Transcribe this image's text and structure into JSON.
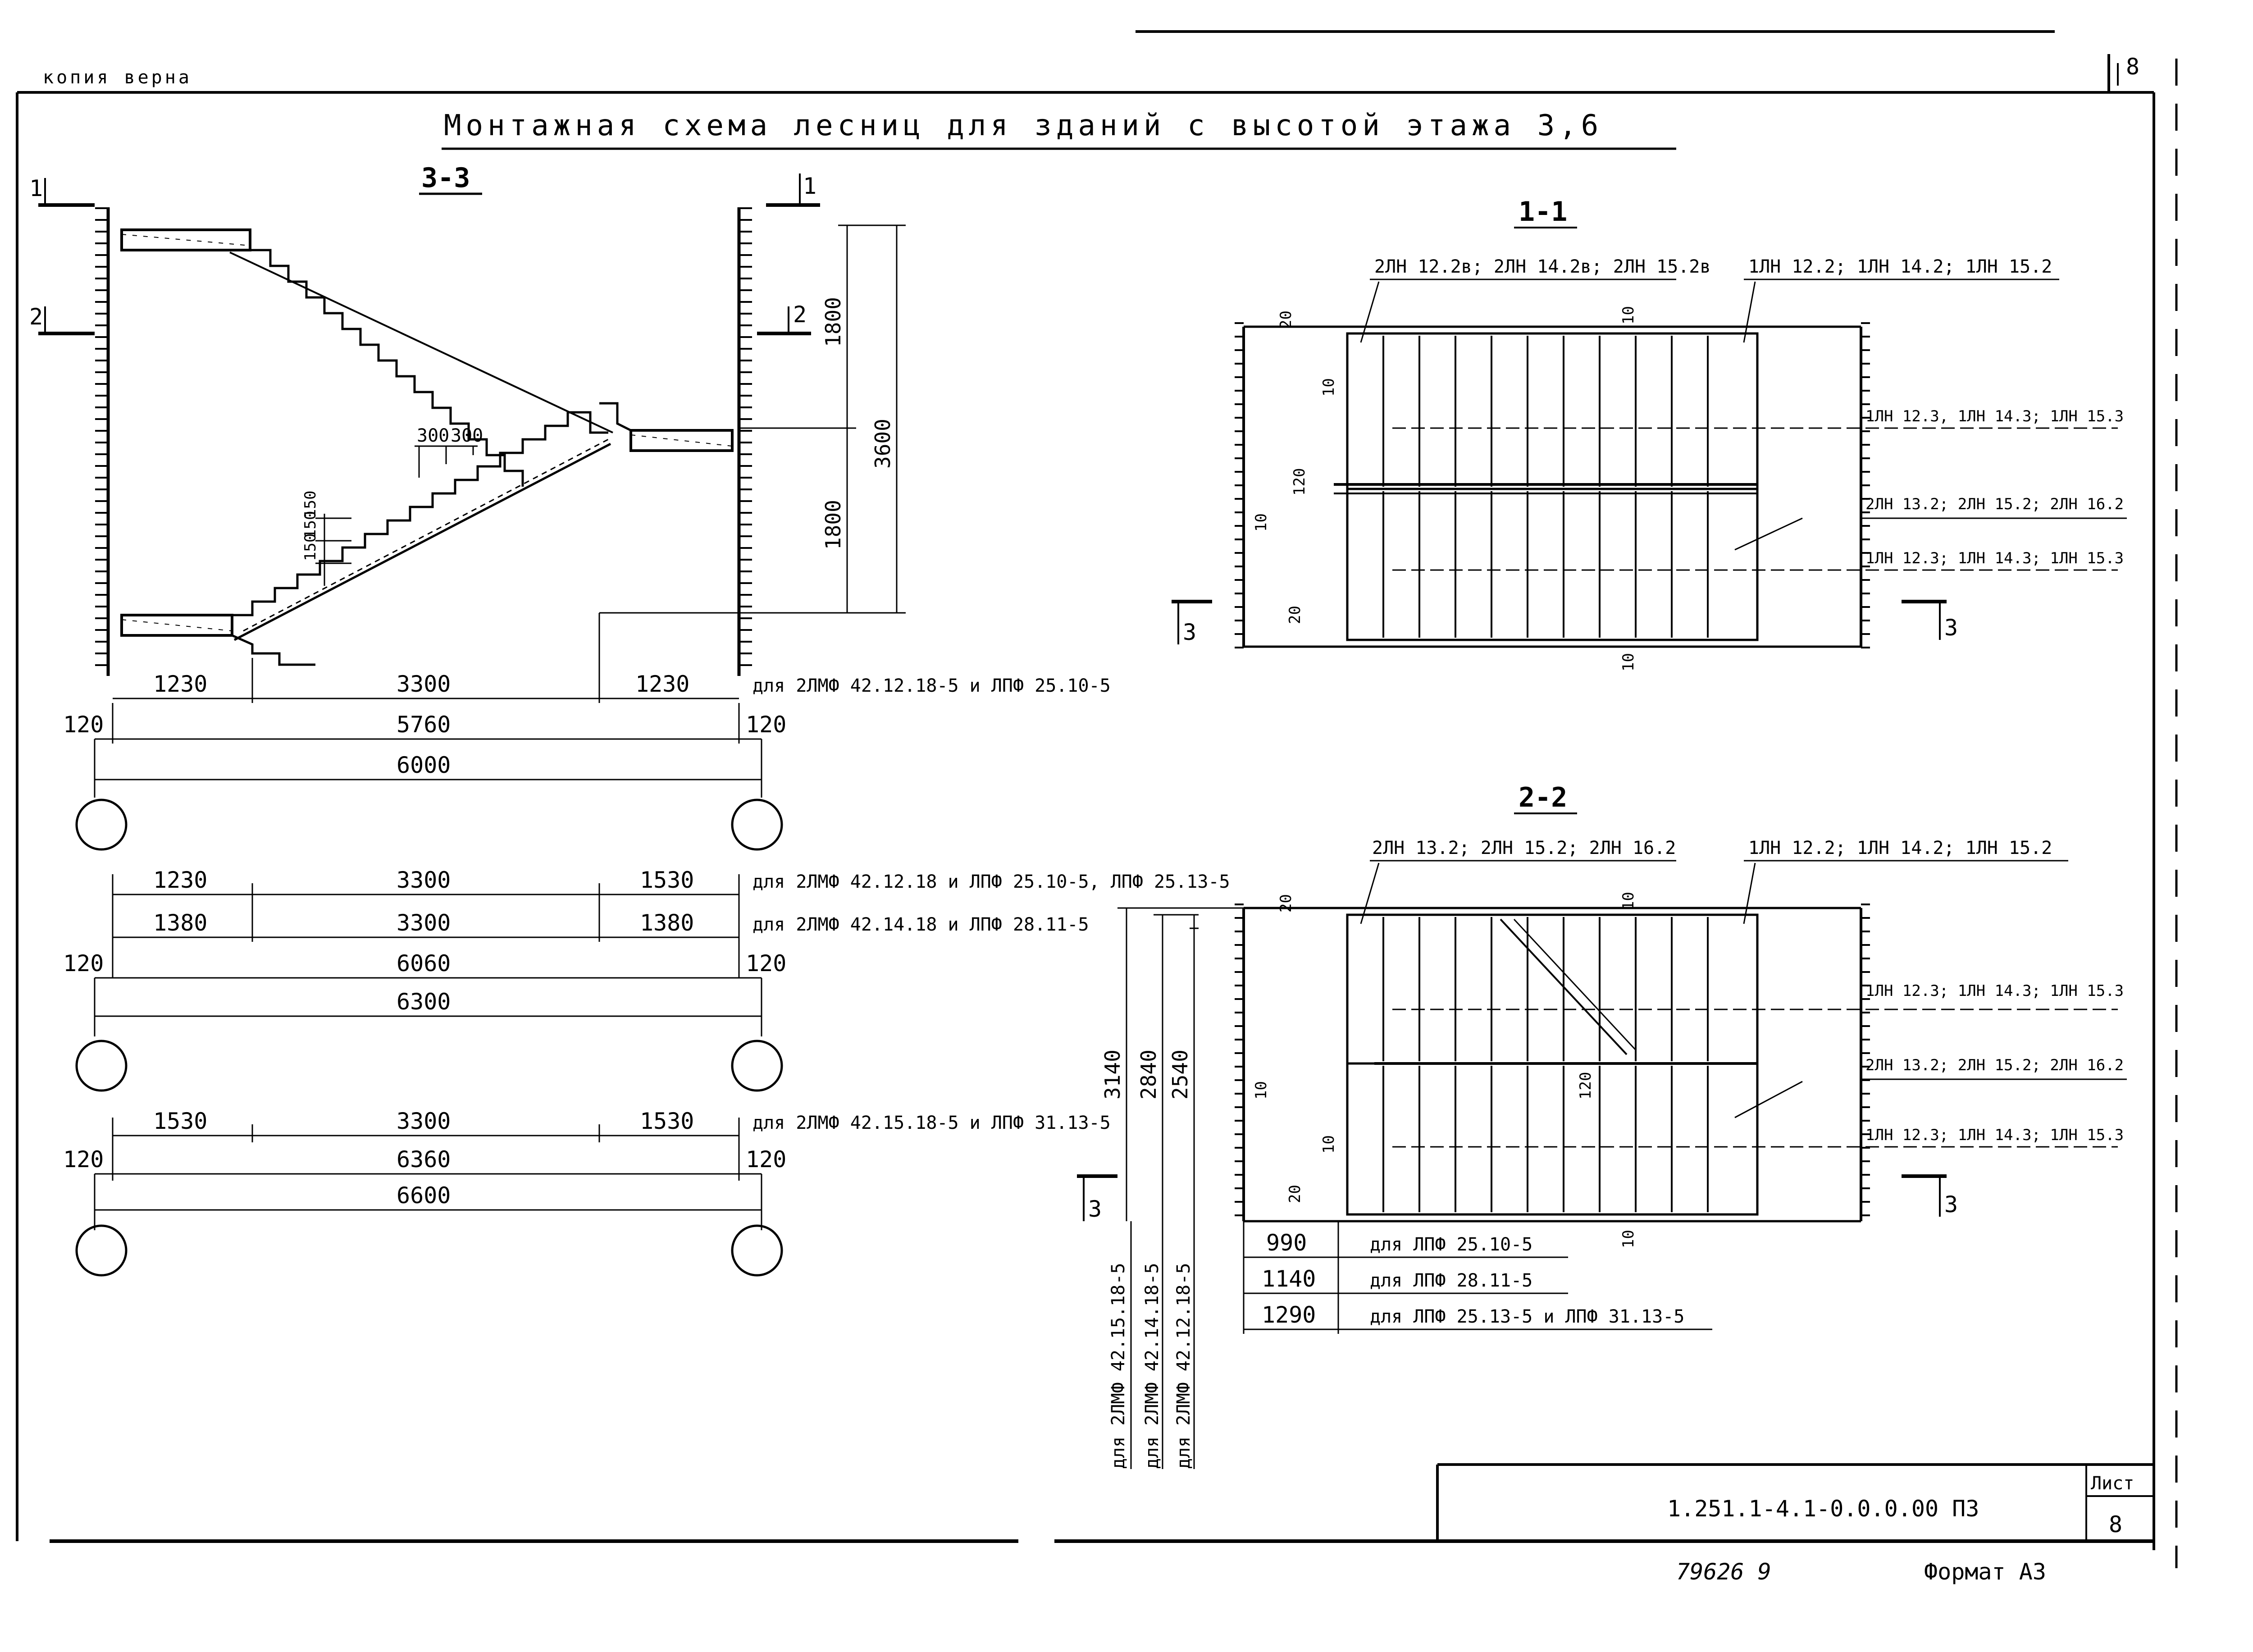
{
  "header": {
    "stamp": "копия верна",
    "title": "Монтажная схема лесниц для зданий с высотой этажа 3,6",
    "sheet_number_top": "8"
  },
  "section_3_3": {
    "label": "3-3",
    "cut_markers": [
      "1",
      "1",
      "2",
      "2"
    ],
    "tread_dims": [
      "300",
      "300"
    ],
    "riser_dims": [
      "150",
      "150",
      "150"
    ],
    "height_dims": [
      "1800",
      "1800",
      "3600"
    ]
  },
  "dim_rows_6000": {
    "top": [
      "1230",
      "3300",
      "1230"
    ],
    "top_note": "для 2ЛМФ 42.12.18-5 и ЛПФ 25.10-5",
    "mid": [
      "120",
      "5760",
      "120"
    ],
    "total": "6000"
  },
  "dim_rows_6300": {
    "row1": [
      "1230",
      "3300",
      "1530"
    ],
    "row1_note": "для 2ЛМФ 42.12.18 и ЛПФ 25.10-5, ЛПФ 25.13-5",
    "row2": [
      "1380",
      "3300",
      "1380"
    ],
    "row2_note": "для 2ЛМФ 42.14.18 и ЛПФ 28.11-5",
    "mid": [
      "120",
      "6060",
      "120"
    ],
    "total": "6300"
  },
  "dim_rows_6600": {
    "top": [
      "1530",
      "3300",
      "1530"
    ],
    "top_note": "для 2ЛМФ 42.15.18-5 и ЛПФ 31.13-5",
    "mid": [
      "120",
      "6360",
      "120"
    ],
    "total": "6600"
  },
  "plan_1_1": {
    "label": "1-1",
    "callout_left_top": "2ЛН 12.2в; 2ЛН 14.2в; 2ЛН 15.2в",
    "callout_right_top": "1ЛН 12.2; 1ЛН 14.2; 1ЛН 15.2",
    "callout_r1": "1ЛН 12.3, 1ЛН 14.3; 1ЛН 15.3",
    "callout_r2": "2ЛН 13.2; 2ЛН 15.2; 2ЛН 16.2",
    "callout_r3": "1ЛН 12.3; 1ЛН 14.3; 1ЛН 15.3",
    "dims": [
      "20",
      "10",
      "10",
      "120",
      "10",
      "20",
      "10"
    ],
    "cut_marks": [
      "3",
      "3"
    ]
  },
  "plan_2_2": {
    "label": "2-2",
    "callout_left_top": "2ЛН 13.2; 2ЛН 15.2; 2ЛН 16.2",
    "callout_right_top": "1ЛН 12.2; 1ЛН 14.2; 1ЛН 15.2",
    "callout_r1": "1ЛН 12.3; 1ЛН 14.3; 1ЛН 15.3",
    "callout_r2": "2ЛН 13.2; 2ЛН 15.2; 2ЛН 16.2",
    "callout_r3": "1ЛН 12.3; 1ЛН 14.3; 1ЛН 15.3",
    "dims": [
      "20",
      "10",
      "10",
      "120",
      "10",
      "20",
      "10"
    ],
    "cut_marks": [
      "3",
      "3"
    ],
    "vert_dims": [
      "3140",
      "2840",
      "2540"
    ],
    "vert_notes": [
      "для 2ЛМФ 42.15.18-5",
      "для 2ЛМФ 42.14.18-5",
      "для 2ЛМФ 42.12.18-5"
    ],
    "bottom_rows": [
      {
        "dim": "990",
        "note": "для ЛПФ 25.10-5"
      },
      {
        "dim": "1140",
        "note": "для ЛПФ 28.11-5"
      },
      {
        "dim": "1290",
        "note": "для ЛПФ 25.13-5 и ЛПФ 31.13-5"
      }
    ]
  },
  "title_block": {
    "doc_code": "1.251.1-4.1-0.0.0.00 ПЗ",
    "sheet_label": "Лист",
    "sheet_number": "8",
    "inventory": "79626 9",
    "format": "Формат А3"
  }
}
